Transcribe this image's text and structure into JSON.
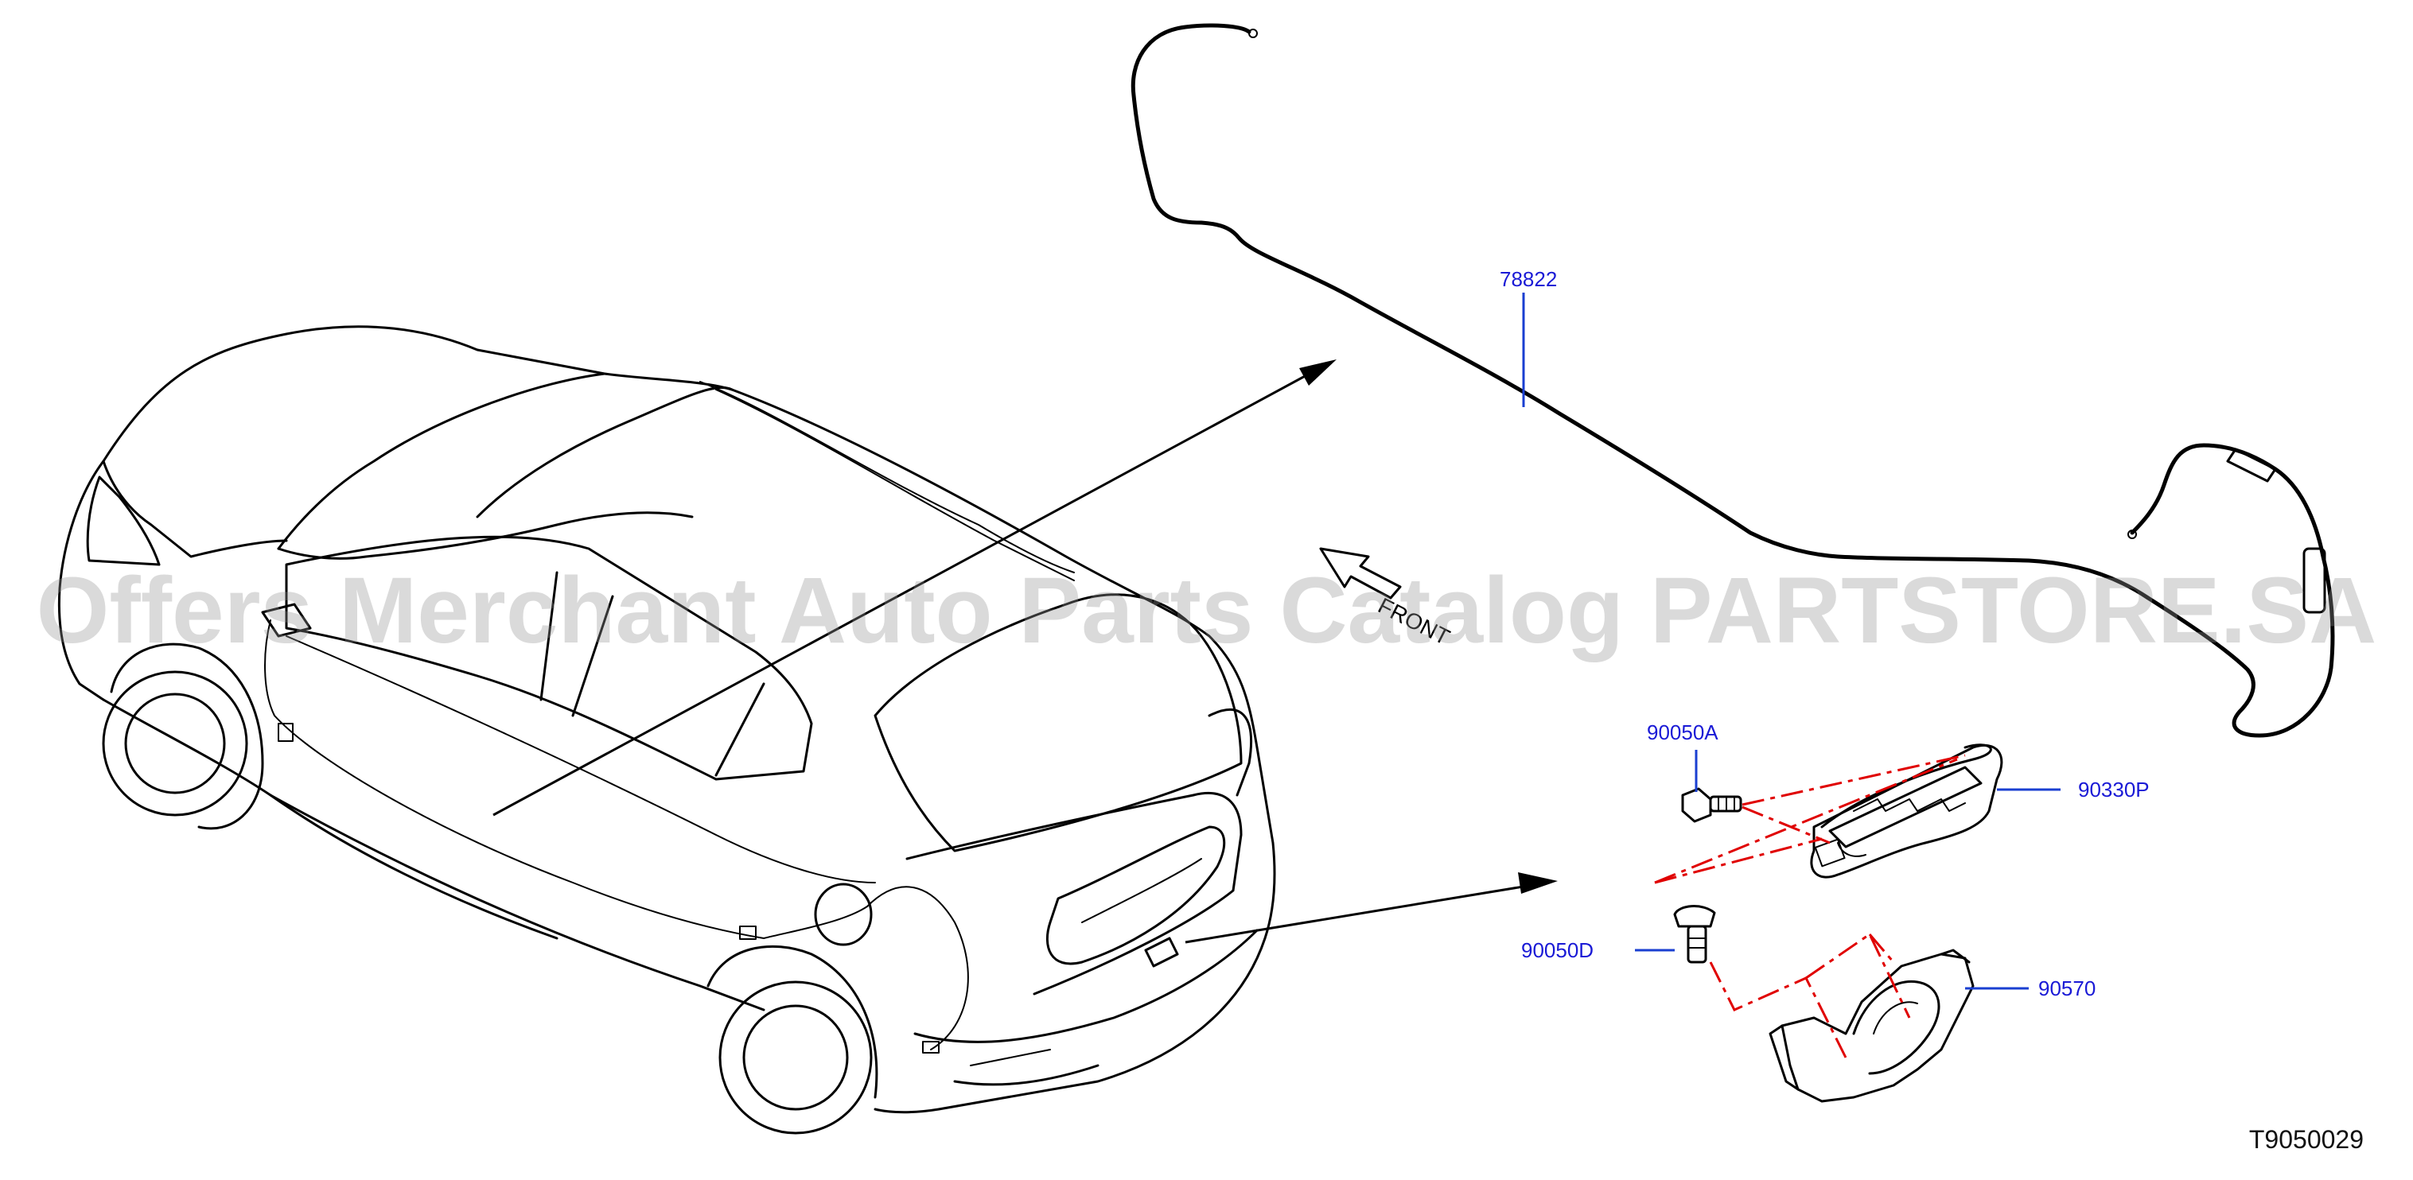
{
  "diagram": {
    "part_labels": {
      "harness": "78822",
      "bolt_a": "90050A",
      "bolt_d": "90050D",
      "opener_switch": "90330P",
      "bracket": "90570"
    },
    "front_marker": "FRONT",
    "drawing_number": "T9050029",
    "watermark": "Offers Merchant Auto Parts Catalog PARTSTORE.SA",
    "colors": {
      "callout_text": "#1a1ad6",
      "leader_line": "#1a3fd1",
      "assembly_dash": "#e00000",
      "linework": "#000000"
    }
  }
}
